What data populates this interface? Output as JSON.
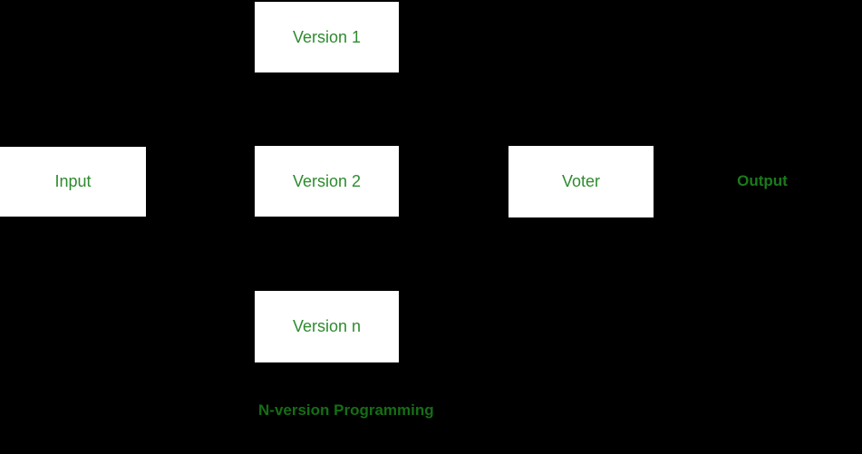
{
  "diagram": {
    "type": "flow-diagram",
    "boxes": [
      {
        "id": "input",
        "label": "Input"
      },
      {
        "id": "version-1",
        "label": "Version 1"
      },
      {
        "id": "version-2",
        "label": "Version 2"
      },
      {
        "id": "version-n",
        "label": "Version n"
      },
      {
        "id": "voter",
        "label": "Voter"
      }
    ],
    "labels": [
      {
        "id": "output",
        "text": "Output"
      }
    ],
    "caption": "N-version Programming",
    "colors": {
      "background": "#000000",
      "box_fill": "#ffffff",
      "box_text": "#2e8b2e",
      "label_text": "#1b7a1b",
      "caption_text": "#156e15"
    }
  }
}
